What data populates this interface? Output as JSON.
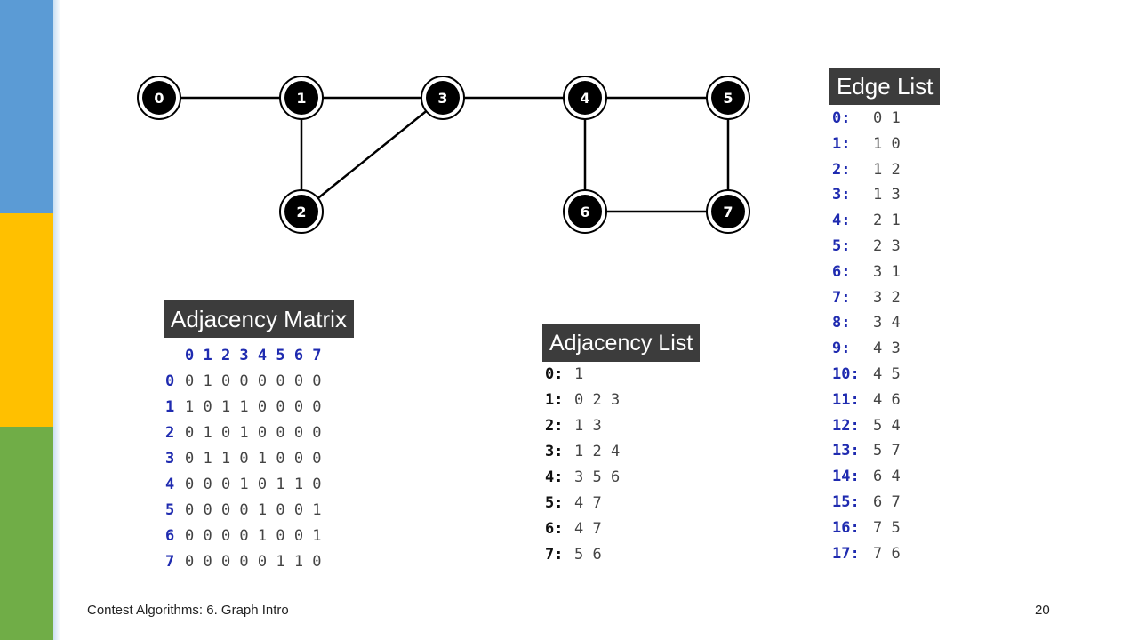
{
  "graph": {
    "nodes": [
      "0",
      "1",
      "2",
      "3",
      "4",
      "5",
      "6",
      "7"
    ],
    "edges": [
      [
        "0",
        "1"
      ],
      [
        "1",
        "2"
      ],
      [
        "1",
        "3"
      ],
      [
        "2",
        "3"
      ],
      [
        "3",
        "4"
      ],
      [
        "4",
        "5"
      ],
      [
        "4",
        "6"
      ],
      [
        "5",
        "7"
      ],
      [
        "6",
        "7"
      ]
    ]
  },
  "adjacency_matrix": {
    "title": "Adjacency Matrix",
    "header": "0 1 2 3 4 5 6 7",
    "rows": [
      {
        "label": "0",
        "values": "0 1 0 0 0 0 0 0"
      },
      {
        "label": "1",
        "values": "1 0 1 1 0 0 0 0"
      },
      {
        "label": "2",
        "values": "0 1 0 1 0 0 0 0"
      },
      {
        "label": "3",
        "values": "0 1 1 0 1 0 0 0"
      },
      {
        "label": "4",
        "values": "0 0 0 1 0 1 1 0"
      },
      {
        "label": "5",
        "values": "0 0 0 0 1 0 0 1"
      },
      {
        "label": "6",
        "values": "0 0 0 0 1 0 0 1"
      },
      {
        "label": "7",
        "values": "0 0 0 0 0 1 1 0"
      }
    ]
  },
  "adjacency_list": {
    "title": "Adjacency List",
    "rows": [
      {
        "label": "0:",
        "values": "1"
      },
      {
        "label": "1:",
        "values": "0 2 3"
      },
      {
        "label": "2:",
        "values": "1 3"
      },
      {
        "label": "3:",
        "values": "1 2 4"
      },
      {
        "label": "4:",
        "values": "3 5 6"
      },
      {
        "label": "5:",
        "values": "4 7"
      },
      {
        "label": "6:",
        "values": "4 7"
      },
      {
        "label": "7:",
        "values": "5 6"
      }
    ]
  },
  "edge_list": {
    "title": "Edge List",
    "rows": [
      {
        "label": "0:",
        "values": "0 1"
      },
      {
        "label": "1:",
        "values": "1 0"
      },
      {
        "label": "2:",
        "values": "1 2"
      },
      {
        "label": "3:",
        "values": "1 3"
      },
      {
        "label": "4:",
        "values": "2 1"
      },
      {
        "label": "5:",
        "values": "2 3"
      },
      {
        "label": "6:",
        "values": "3 1"
      },
      {
        "label": "7:",
        "values": "3 2"
      },
      {
        "label": "8:",
        "values": "3 4"
      },
      {
        "label": "9:",
        "values": "4 3"
      },
      {
        "label": "10:",
        "values": "4 5"
      },
      {
        "label": "11:",
        "values": "4 6"
      },
      {
        "label": "12:",
        "values": "5 4"
      },
      {
        "label": "13:",
        "values": "5 7"
      },
      {
        "label": "14:",
        "values": "6 4"
      },
      {
        "label": "15:",
        "values": "6 7"
      },
      {
        "label": "16:",
        "values": "7 5"
      },
      {
        "label": "17:",
        "values": "7 6"
      }
    ]
  },
  "footer": {
    "title": "Contest Algorithms: 6. Graph Intro",
    "page_number": "20"
  },
  "colors": {
    "bar_blue": "#5b9bd5",
    "bar_yellow": "#ffc000",
    "bar_green": "#70ad47",
    "label_blue": "#1f2bb0",
    "panel_title_bg": "#3c3c3c"
  }
}
